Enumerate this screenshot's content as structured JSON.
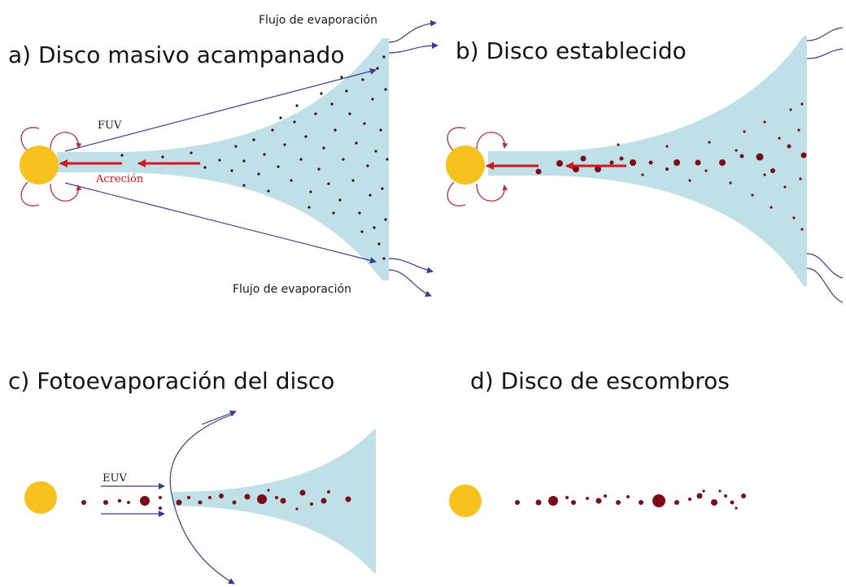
{
  "panels": {
    "a": {
      "title": "a) Disco masivo acampanado",
      "flow_top": "Flujo de evaporación",
      "flow_bottom": "Flujo de evaporación",
      "fuv": "FUV",
      "accretion": "Acreción"
    },
    "b": {
      "title": "b) Disco establecido"
    },
    "c": {
      "title": "c) Fotoevaporación del disco",
      "euv": "EUV"
    },
    "d": {
      "title": "d) Disco de escombros"
    }
  },
  "colors": {
    "star": "#f7c220",
    "disk": "#bfe0e6",
    "dust": "#7a0c1a",
    "accretion_arrow": "#d4141e",
    "radiation_arrow": "#3a3c8c",
    "loop": "#b03040"
  }
}
